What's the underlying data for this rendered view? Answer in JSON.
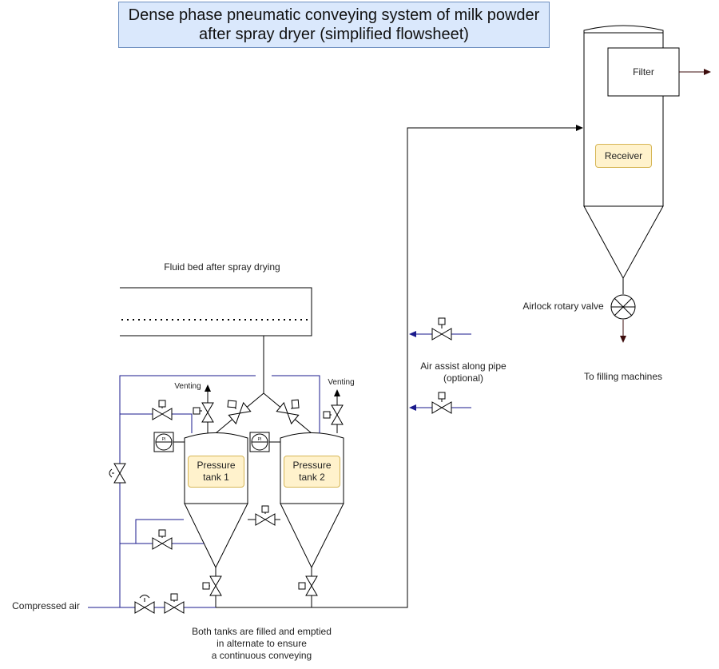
{
  "title": "Dense phase pneumatic conveying system of milk powder\nafter spray dryer (simplified flowsheet)",
  "labels": {
    "filter": "Filter",
    "receiver": "Receiver",
    "fluid_bed": "Fluid bed after spray drying",
    "airlock": "Airlock rotary valve",
    "air_assist": "Air assist along pipe\n(optional)",
    "filling": "To filling machines",
    "venting_left": "Venting",
    "venting_right": "Venting",
    "tank1": "Pressure\ntank 1",
    "tank2": "Pressure\ntank 2",
    "compressed_air": "Compressed air",
    "note": "Both tanks are filled and emptied\nin alternate to ensure\na continuous conveying"
  },
  "colors": {
    "pipe": "#000000",
    "air_line": "#1a1a8c",
    "title_fill": "#dae8fc",
    "tag_fill": "#fff2cc",
    "arrow_dark": "#3d0c0c"
  },
  "gauge_symbol": "PI"
}
